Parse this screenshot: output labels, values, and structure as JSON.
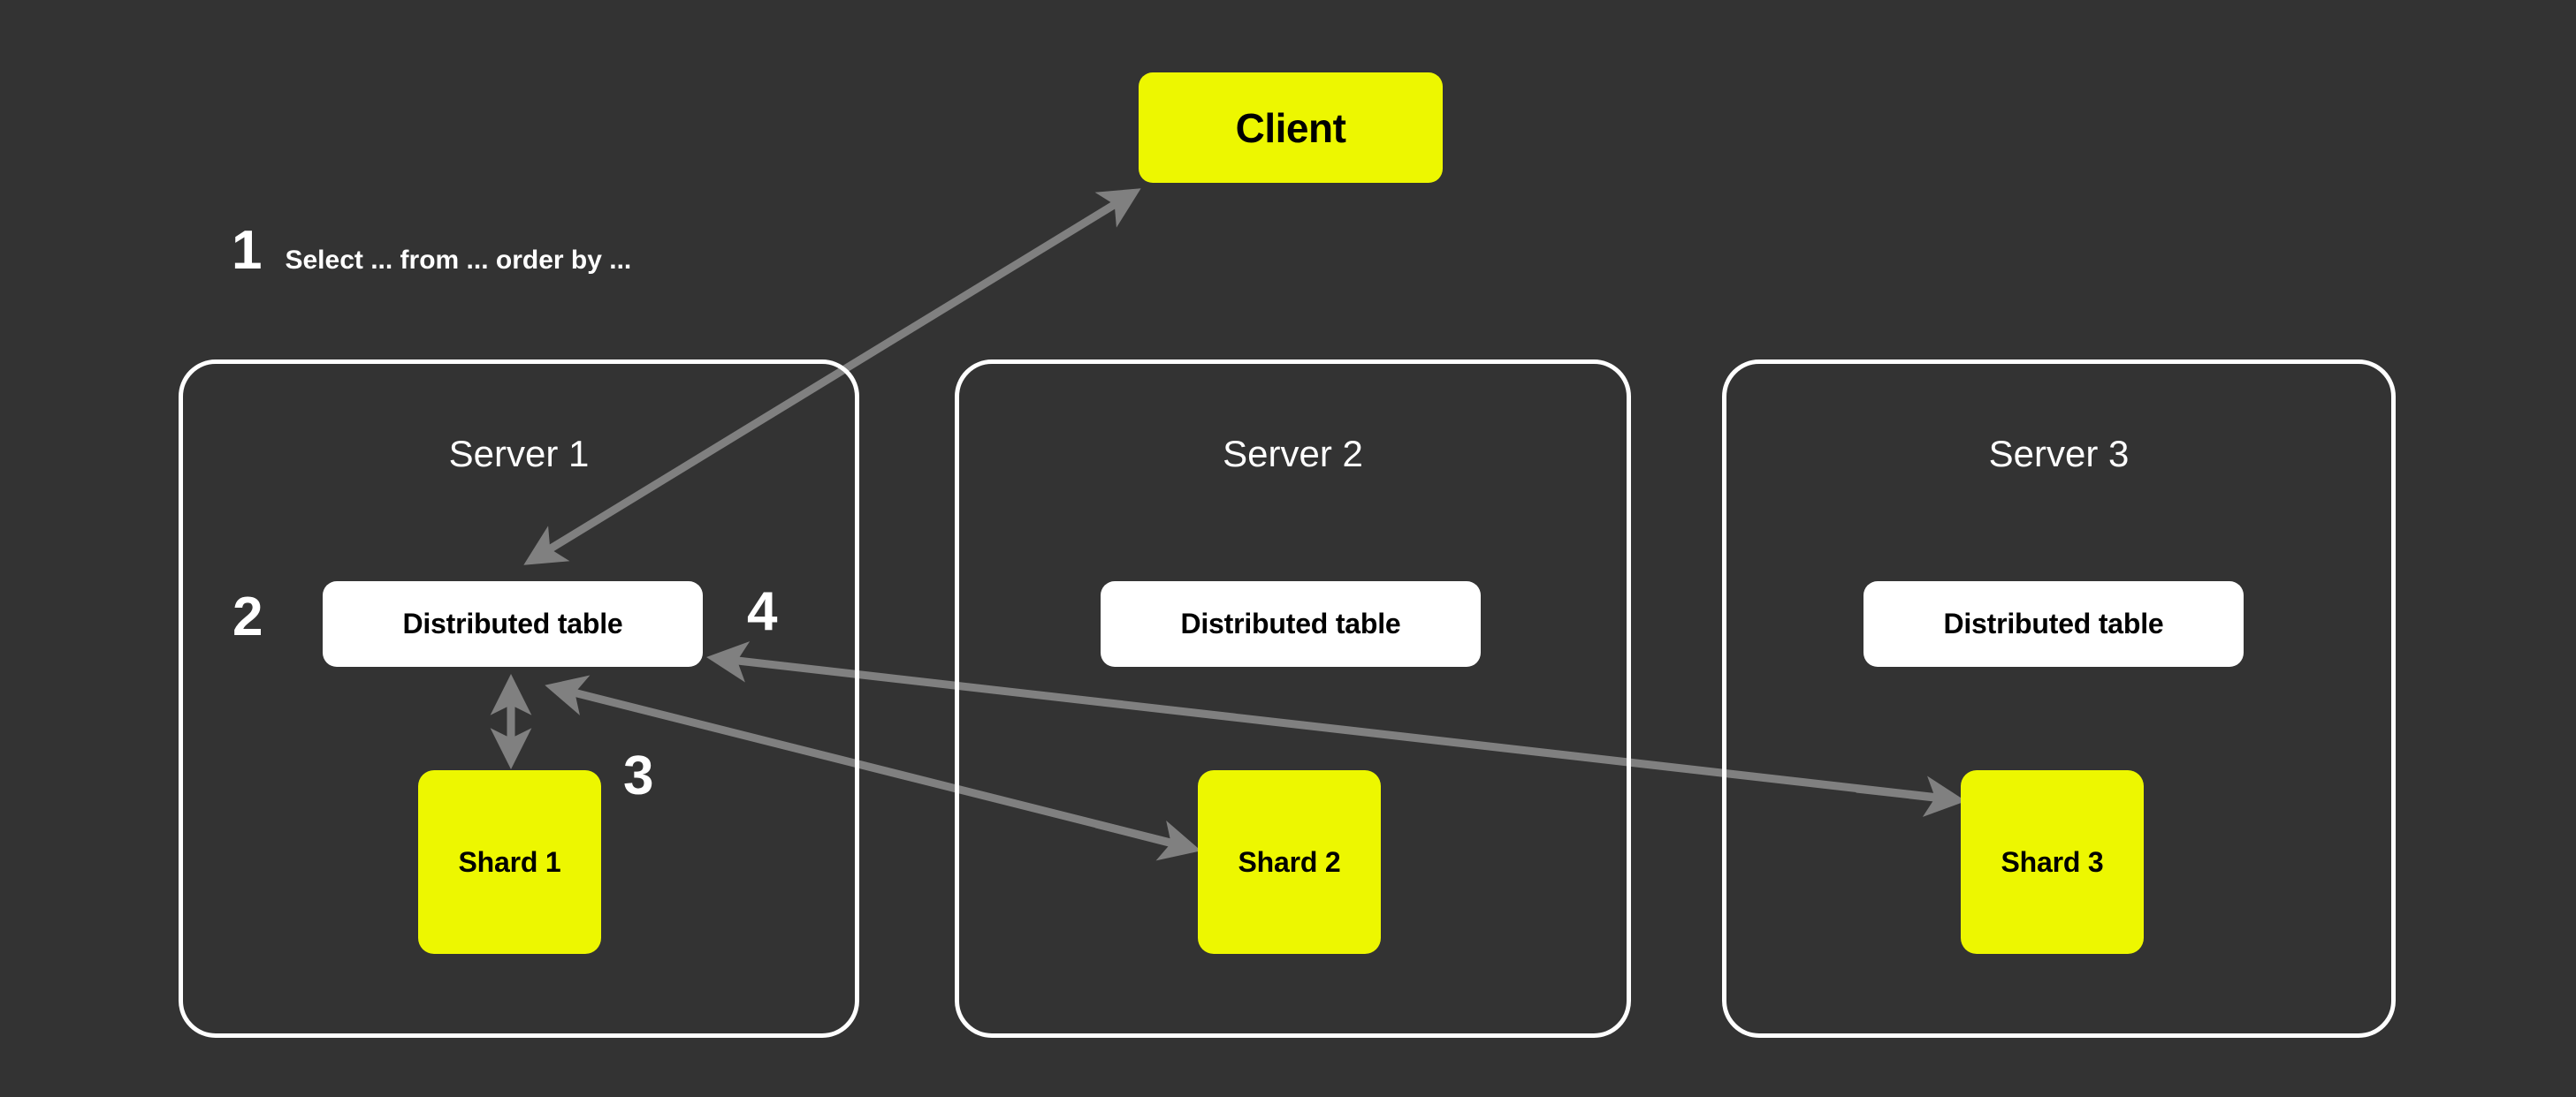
{
  "diagram": {
    "title_absent": true,
    "background_color": "#333333",
    "accent_color": "#EDF700",
    "panel_border_color": "#FFFFFF",
    "arrow_color": "#808080",
    "box_color": "#FFFFFF",
    "text_on_accent_color": "#000000"
  },
  "client": {
    "label": "Client"
  },
  "steps": [
    {
      "number": "1",
      "text": "Select ... from ... order by ..."
    },
    {
      "number": "2",
      "text": ""
    },
    {
      "number": "3",
      "text": ""
    },
    {
      "number": "4",
      "text": ""
    }
  ],
  "servers": [
    {
      "title": "Server 1",
      "distributed_table": "Distributed table",
      "shard": "Shard 1"
    },
    {
      "title": "Server 2",
      "distributed_table": "Distributed table",
      "shard": "Shard 2"
    },
    {
      "title": "Server 3",
      "distributed_table": "Distributed table",
      "shard": "Shard 3"
    }
  ],
  "arrows": [
    {
      "name": "client-to-distributed-table",
      "from": "Client",
      "to": "Server 1 Distributed table",
      "style": "double-headed",
      "step": "1"
    },
    {
      "name": "distributed-table-to-shard1",
      "from": "Server 1 Distributed table",
      "to": "Shard 1",
      "style": "double-headed",
      "step": "2"
    },
    {
      "name": "distributed-table-to-shard2",
      "from": "Server 1 Distributed table",
      "to": "Shard 2",
      "style": "single-headed",
      "step": "3"
    },
    {
      "name": "shard3-to-distributed-table",
      "from": "Shard 3",
      "to": "Server 1 Distributed table",
      "style": "single-headed",
      "step": "4"
    }
  ]
}
